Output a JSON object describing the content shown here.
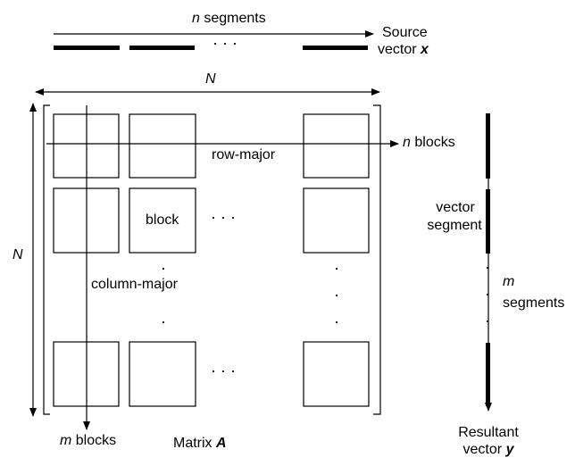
{
  "source_vector": {
    "count_var": "n",
    "count_label": "segments",
    "line1": "Source",
    "line2": "vector",
    "symbol": "x"
  },
  "matrix": {
    "dim_top": "N",
    "dim_left": "N",
    "name": "Matrix",
    "symbol": "A",
    "block_label": "block",
    "row_major_label": "row-major",
    "column_major_label": "column-major",
    "row_count_var": "n",
    "row_count_label": "blocks",
    "col_count_var": "m",
    "col_count_label": "blocks",
    "ellipsis_h": "·   ·   ·",
    "ellipsis_v_dot": "·"
  },
  "result_vector": {
    "segment_line1": "vector",
    "segment_line2": "segment",
    "count_var": "m",
    "count_label": "segments",
    "line1": "Resultant",
    "line2": "vector",
    "symbol": "y",
    "dot": "·"
  }
}
